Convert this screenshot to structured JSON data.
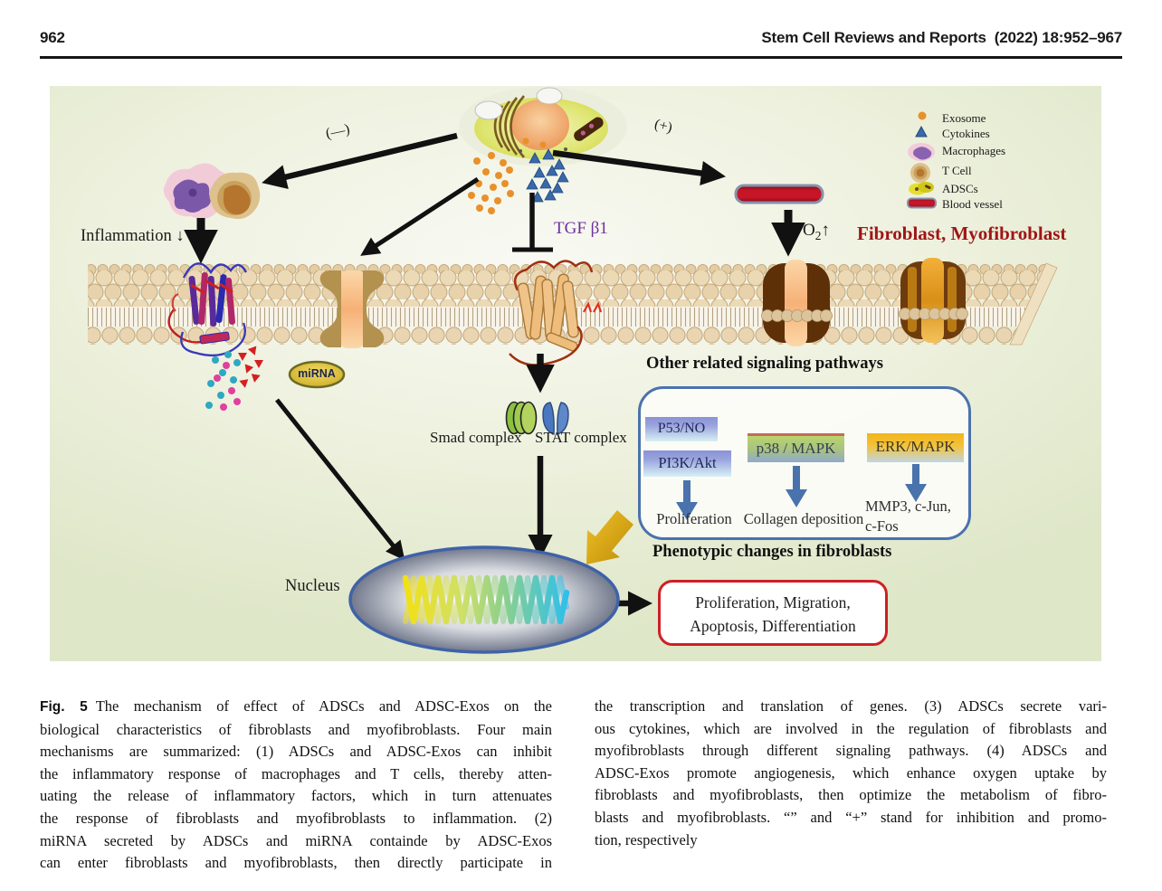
{
  "header": {
    "page_number": "962",
    "journal_ref": "Stem Cell Reviews and Reports  (2022) 18:952–967"
  },
  "figure": {
    "legend": [
      {
        "label": "Exosome"
      },
      {
        "label": "Cytokines"
      },
      {
        "label": "Macrophages"
      },
      {
        "label": "T Cell"
      },
      {
        "label": "ADSCs"
      },
      {
        "label": "Blood vessel"
      }
    ],
    "labels": {
      "minus": "(—)",
      "plus": "(+)",
      "inflammation": "Inflammation ↓",
      "tgf": "TGF β1",
      "o2_base": "O",
      "o2_sub": "2",
      "o2_arrow": "↑",
      "fibroblast": "Fibroblast, Myofibroblast",
      "mirna": "miRNA",
      "smad": "Smad complex",
      "stat": "STAT complex",
      "nucleus": "Nucleus",
      "pathways_title": "Other related signaling pathways",
      "p53": "P53/NO",
      "pi3k": "PI3K/Akt",
      "p38": "p38 / MAPK",
      "erk": "ERK/MAPK",
      "proliferation": "Proliferation",
      "collagen": "Collagen deposition",
      "mmp3_line1": "MMP3, c-Jun,",
      "mmp3_line2": "c-Fos",
      "phenotypic": "Phenotypic changes in fibroblasts",
      "outcome_line1": "Proliferation, Migration,",
      "outcome_line2": "Apoptosis, Differentiation"
    },
    "colors": {
      "fibroblast_red": "#9e1515",
      "tgf_purple": "#7030a0",
      "pathway_blue": "#4a72ad",
      "outcome_border_red": "#cd2026",
      "membrane_tan": "#ecd9b6",
      "gold_arrow": "#d8a312"
    }
  },
  "caption": {
    "fig_label": "Fig. 5",
    "left_lines": [
      "The mechanism of effect of ADSCs and ADSC-Exos on the",
      "biological characteristics of fibroblasts and myofibroblasts. Four main",
      "mechanisms are summarized: (1) ADSCs and ADSC-Exos can inhibit",
      "the inflammatory response of macrophages and T cells, thereby atten-",
      "uating the release of inflammatory factors, which in turn attenuates",
      "the response of fibroblasts and myofibroblasts to inflammation. (2)",
      "miRNA secreted by ADSCs and miRNA containde by ADSC-Exos",
      "can enter fibroblasts and myofibroblasts, then directly participate in"
    ],
    "right_lines": [
      "the transcription and translation of genes. (3) ADSCs secrete vari-",
      "ous cytokines, which are involved in the regulation of fibroblasts and",
      "myofibroblasts through different signaling pathways. (4) ADSCs and",
      "ADSC-Exos promote angiogenesis, which enhance oxygen uptake by",
      "fibroblasts and myofibroblasts, then optimize the metabolism of fibro-",
      "blasts and myofibroblasts. “” and “+” stand for inhibition and promo-",
      "tion, respectively"
    ]
  }
}
